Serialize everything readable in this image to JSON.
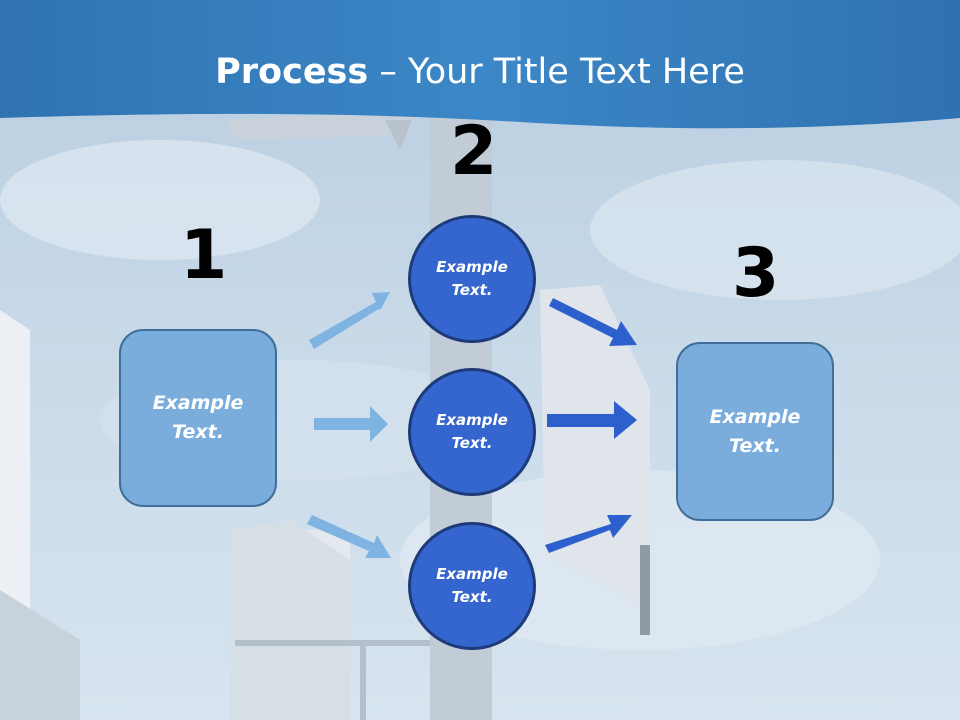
{
  "slide": {
    "title_bold": "Process",
    "title_rest": " – Your Title Text Here",
    "numbers": [
      "1",
      "2",
      "3"
    ],
    "left_box": "Example Text.",
    "circles": [
      "Example Text.",
      "Example Text.",
      "Example Text."
    ],
    "right_box": "Example Text."
  },
  "colors": {
    "header_blue": "#3a86c6",
    "box_fill": "#7aaddc",
    "circle_fill": "#3566cf",
    "light_arrow": "#7fb3e1",
    "dark_arrow": "#2d60cc"
  }
}
